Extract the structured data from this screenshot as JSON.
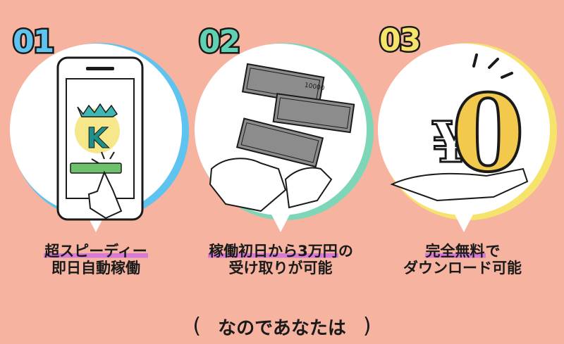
{
  "steps": [
    {
      "number": "01",
      "number_color": "#5ec3ef",
      "ring_color": "#5ec3ef",
      "line1": "超スピーディー",
      "line1_highlight": "超スピーディー",
      "line2": "即日自動稼働",
      "icon": "smartphone-tap-icon",
      "app_icon_letter": "K"
    },
    {
      "number": "02",
      "number_color": "#5fd1b0",
      "ring_color": "#7ed6b8",
      "line1_highlight": "稼働初日から3万円",
      "line1_suffix": "の",
      "line2": "受け取りが可能",
      "icon": "money-hands-icon",
      "banknote_label": "10000"
    },
    {
      "number": "03",
      "number_color": "#f6e36b",
      "ring_color": "#f6e36b",
      "line1_highlight": "完全無料",
      "line1_suffix": "で",
      "line2": "ダウンロード可能",
      "icon": "zero-yen-icon",
      "yen_symbol": "¥",
      "zero": "0"
    }
  ],
  "bottom": {
    "title": "なのであなたは",
    "paren_left": "(",
    "paren_right": ")"
  },
  "colors": {
    "background": "#f6b4a0",
    "highlight": "#d67ad6",
    "app_icon_bg": "#f6e78a",
    "app_icon_letter": "#1f8f8a",
    "button_green": "#6cc16a",
    "coin_gold": "#f2c94c"
  }
}
